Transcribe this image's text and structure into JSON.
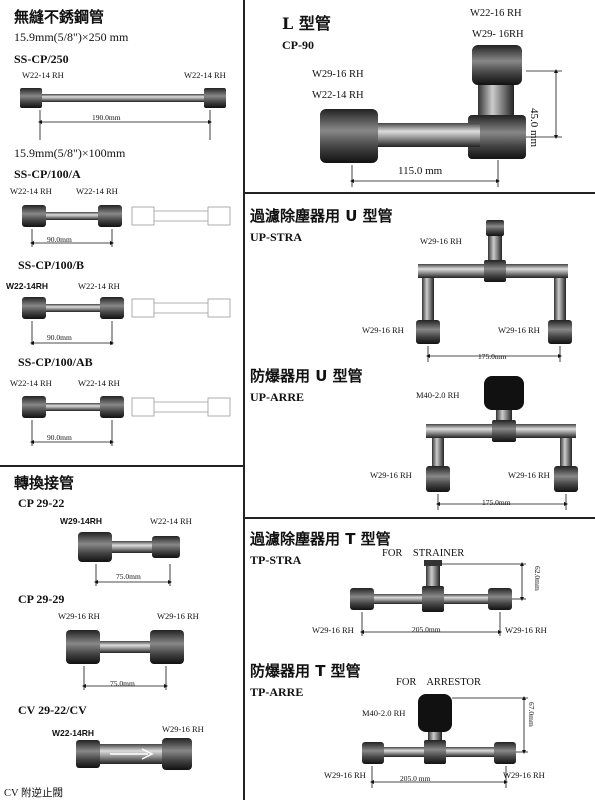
{
  "left": {
    "title": "無縫不銹鋼管",
    "spec250": "15.9mm(5/8\")×250 mm",
    "cp250": {
      "code": "SS-CP/250",
      "label_l": "W22-14 RH",
      "label_r": "W22-14 RH",
      "dim": "190.0mm"
    },
    "spec100": "15.9mm(5/8\")×100mm",
    "cp100a": {
      "code": "SS-CP/100/A",
      "label_l": "W22-14 RH",
      "label_r": "W22-14 RH",
      "dim": "90.0mm"
    },
    "cp100b": {
      "code": "SS-CP/100/B",
      "label_l": "W22-14RH",
      "label_r": "W22-14 RH",
      "dim": "90.0mm"
    },
    "cp100ab": {
      "code": "SS-CP/100/AB",
      "label_l": "W22-14 RH",
      "label_r": "W22-14 RH",
      "dim": "90.0mm"
    },
    "adapter_title": "轉換接管",
    "cp2922": {
      "code": "CP 29-22",
      "label_l": "W29-14RH",
      "label_r": "W22-14 RH",
      "dim": "75.0mm"
    },
    "cp2929": {
      "code": "CP 29-29",
      "label_l": "W29-16 RH",
      "label_r": "W29-16 RH",
      "dim": "75.0mm"
    },
    "cv": {
      "code": "CV 29-22/CV",
      "label_l": "W22-14RH",
      "label_r": "W29-16 RH",
      "note": "CV 附逆止閥"
    }
  },
  "right": {
    "l_title": "L 型管",
    "l_code": "CP-90",
    "l_label_tr1": "W22-16 RH",
    "l_label_tr2": "W29- 16RH",
    "l_label_l1": "W29-16 RH",
    "l_label_l2": "W22-14 RH",
    "l_dim_v": "45.0 mm",
    "l_dim_h": "115.0 mm",
    "u1_title": "過濾除塵器用 U 型管",
    "u1_code": "UP-STRA",
    "u1_label_top": "W29-16 RH",
    "u1_label_l": "W29-16 RH",
    "u1_label_r": "W29-16 RH",
    "u1_dim": "175.0mm",
    "u2_title": "防爆器用 U 型管",
    "u2_code": "UP-ARRE",
    "u2_label_top": "M40-2.0 RH",
    "u2_label_l": "W29-16 RH",
    "u2_label_r": "W29-16 RH",
    "u2_dim": "175.0mm",
    "t1_title": "過濾除塵器用 T 型管",
    "t1_code": "TP-STRA",
    "t1_for": "FOR    STRAINER",
    "t1_dim_v": "62.0mm",
    "t1_label_l": "W29-16 RH",
    "t1_label_r": "W29-16 RH",
    "t1_dim_h": "205.0mm",
    "t2_title": "防爆器用 T 型管",
    "t2_code": "TP-ARRE",
    "t2_for": "FOR    ARRESTOR",
    "t2_label_top": "M40-2.0 RH",
    "t2_dim_v": "67.0mm",
    "t2_label_l": "W29-16 RH",
    "t2_label_r": "W29-16 RH",
    "t2_dim_h": "205.0 mm"
  }
}
